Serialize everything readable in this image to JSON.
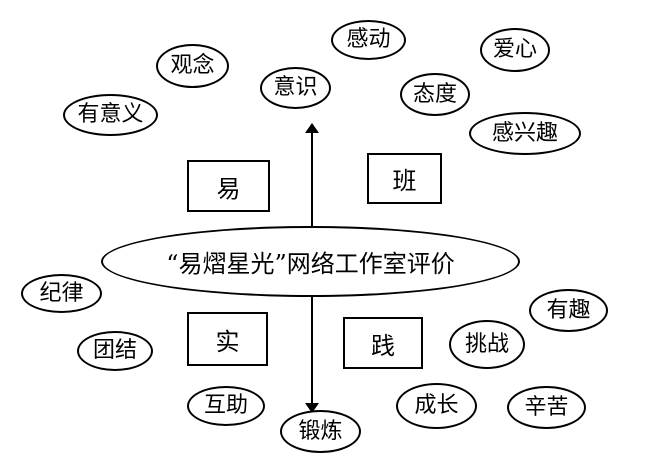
{
  "center_label": "“易熠星光”网络工作室评价",
  "boxes": {
    "top_left": "易",
    "top_right": "班",
    "bottom_left": "实",
    "bottom_right": "践"
  },
  "top_keywords": {
    "youyiyi": "有意义",
    "guannian": "观念",
    "yishi": "意识",
    "gandong": "感动",
    "aixin": "爱心",
    "taidu": "态度",
    "ganxingqu": "感兴趣"
  },
  "bottom_keywords": {
    "jilv": "纪律",
    "tuanjie": "团结",
    "huzhu": "互助",
    "duanlian": "锻炼",
    "chengzhang": "成长",
    "tiaozhan": "挑战",
    "youqu": "有趣",
    "xinku": "辛苦"
  }
}
